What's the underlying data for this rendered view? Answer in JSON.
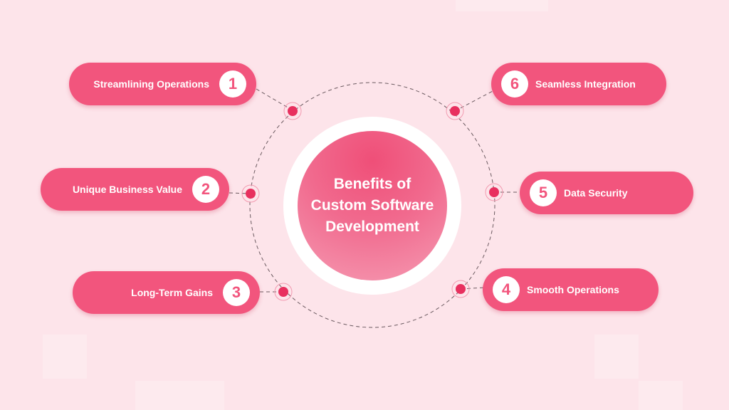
{
  "center": {
    "title": "Benefits of\nCustom Software\nDevelopment"
  },
  "benefits": [
    {
      "number": "1",
      "label": "Streamlining Operations"
    },
    {
      "number": "2",
      "label": "Unique Business Value"
    },
    {
      "number": "3",
      "label": "Long-Term Gains"
    },
    {
      "number": "4",
      "label": "Smooth Operations"
    },
    {
      "number": "5",
      "label": "Data Security"
    },
    {
      "number": "6",
      "label": "Seamless Integration"
    }
  ],
  "colors": {
    "background": "#fde4ea",
    "accent": "#f2557d",
    "dot": "#e8305f"
  }
}
